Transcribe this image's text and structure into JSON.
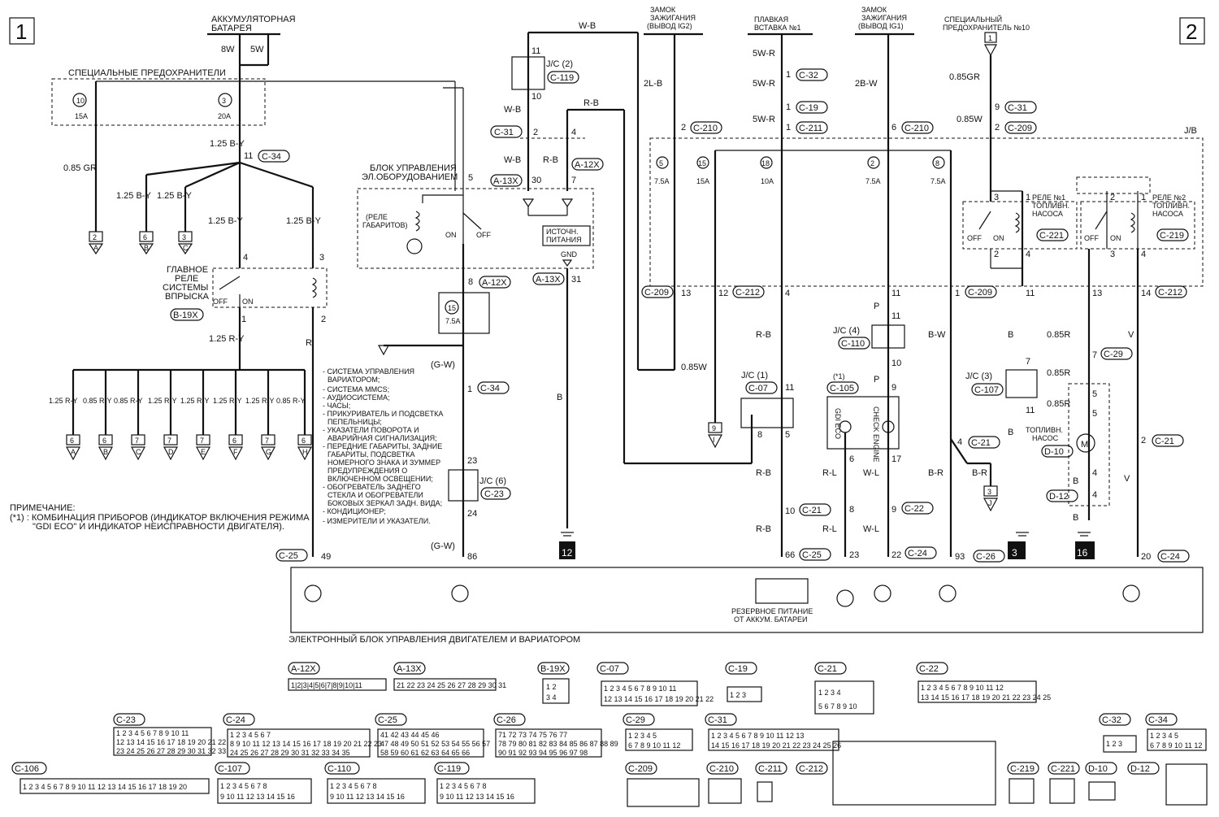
{
  "page_numbers": [
    "1",
    "2"
  ],
  "sources": {
    "battery": "АККУМУЛЯТОРНАЯ БАТАРЕЯ",
    "battery_wire_a": "8W",
    "battery_wire_b": "5W",
    "ig2": "ЗАМОК ЗАЖИГАНИЯ (ВЫВОД IG2)",
    "fusible_link": "ПЛАВКАЯ ВСТАВКА №1",
    "ig1": "ЗАМОК ЗАЖИГАНИЯ (ВЫВОД IG1)",
    "special_fuse": "СПЕЦИАЛЬНЫЙ ПРЕДОХРАНИТЕЛЬ №10"
  },
  "blocks": {
    "special_fuses": "СПЕЦИАЛЬНЫЕ ПРЕДОХРАНИТЕЛИ",
    "fuse10": "10",
    "fuse10_rating": "15A",
    "fuse3": "3",
    "fuse3_rating": "20A",
    "etacs": "БЛОК УПРАВЛЕНИЯ ЭЛ.ОБОРУДОВАНИЕМ",
    "tail_relay": "РЕЛЕ ГАБАРИТОВ",
    "power_supply": "ИСТОЧН. ПИТАНИЯ",
    "gnd": "GND",
    "main_relay": "ГЛАВНОЕ РЕЛЕ СИСТЕМЫ ВПРЫСКА",
    "main_relay_conn": "B-19X",
    "jb": "J/B",
    "fuel_pump_relay1": "РЕЛЕ №1 ТОПЛИВН. НАСОСА",
    "fuel_pump_relay2": "РЕЛЕ №2 ТОПЛИВН. НАСОСА",
    "fuel_pump": "ТОПЛИВН. НАСОС",
    "fuel_pump_conn": "D-10",
    "ecu": "ЭЛЕКТРОННЫЙ БЛОК УПРАВЛЕНИЯ ДВИГАТЕЛЕМ И ВАРИАТОРОМ",
    "backup": "РЕЗЕРВНОЕ ПИТАНИЕ ОТ АККУМ. БАТАРЕИ",
    "on": "ON",
    "off": "OFF",
    "gdi_eco": "GDI ECO",
    "check_engine": "CHECK ENGINE",
    "asterisk1": "(*1)"
  },
  "jb_fuses": [
    {
      "num": "5",
      "rating": "7.5A"
    },
    {
      "num": "15",
      "rating": "15A"
    },
    {
      "num": "18",
      "rating": "10A"
    },
    {
      "num": "2",
      "rating": "7.5A"
    },
    {
      "num": "8",
      "rating": "7.5A"
    }
  ],
  "wires": {
    "w085gr": "0.85 GR",
    "w125by": "1.25 B-Y",
    "w125ry": "1.25 R-Y",
    "r": "R",
    "wb": "W-B",
    "rb": "R-B",
    "gw": "(G-W)",
    "b": "B",
    "l2b": "2L-B",
    "w5wr": "5W-R",
    "w2bw": "2B-W",
    "w085gr2": "0.85GR",
    "w085w": "0.85W",
    "w085sw": "0.85W",
    "p": "P",
    "rl": "R-L",
    "wl": "W-L",
    "bw": "B-W",
    "br": "B-R",
    "w085r": "0.85R",
    "v": "V"
  },
  "lower_fuse": {
    "num": "15",
    "rating": "7.5A"
  },
  "branch_wires": [
    "1.25 R-Y",
    "0.85 R-Y",
    "0.85 R-Y",
    "1.25 R-Y",
    "1.25 R-Y",
    "1.25 R-Y",
    "1.25 R-Y",
    "0.85 R-Y"
  ],
  "branch_ends": [
    {
      "num": "6",
      "letter": "A"
    },
    {
      "num": "6",
      "letter": "B"
    },
    {
      "num": "7",
      "letter": "C"
    },
    {
      "num": "7",
      "letter": "D"
    },
    {
      "num": "7",
      "letter": "E"
    },
    {
      "num": "6",
      "letter": "F"
    },
    {
      "num": "7",
      "letter": "G"
    },
    {
      "num": "6",
      "letter": "H"
    }
  ],
  "top_ends": [
    {
      "num": "2",
      "letter": "A"
    },
    {
      "num": "6",
      "letter": "B"
    },
    {
      "num": "3",
      "letter": "C"
    }
  ],
  "right_ends": [
    {
      "num": "9",
      "letter": "I"
    },
    {
      "num": "3",
      "letter": "J"
    }
  ],
  "grounds": [
    "12",
    "3",
    "16"
  ],
  "systems_list": [
    "- СИСТЕМА УПРАВЛЕНИЯ ВАРИАТОРОМ;",
    "- СИСТЕМА MMCS;",
    "- АУДИОСИСТЕМА;",
    "- ЧАСЫ;",
    "- ПРИКУРИВАТЕЛЬ И ПОДСВЕТКА ПЕПЕЛЬНИЦЫ;",
    "- УКАЗАТЕЛИ ПОВОРОТА И АВАРИЙНАЯ СИГНАЛИЗАЦИЯ;",
    "- ПЕРЕДНИЕ ГАБАРИТЫ, ЗАДНИЕ ГАБАРИТЫ, ПОДСВЕТКА НОМЕРНОГО ЗНАКА И ЗУММЕР ПРЕДУПРЕЖДЕНИЯ О ВКЛЮЧЕННОМ ОСВЕЩЕНИИ;",
    "- ОБОГРЕВАТЕЛЬ ЗАДНЕГО СТЕКЛА И ОБОГРЕВАТЕЛИ БОКОВЫХ ЗЕРКАЛ ЗАДН. ВИДА;",
    "- КОНДИЦИОНЕР;",
    "- ИЗМЕРИТЕЛИ И УКАЗАТЕЛИ."
  ],
  "note": {
    "title": "ПРИМЕЧАНИЕ:",
    "text": "(*1) : КОМБИНАЦИЯ ПРИБОРОВ (ИНДИКАТОР ВКЛЮЧЕНИЯ РЕЖИМА \"GDI ECO\" И ИНДИКАТОР НЕИСПРАВНОСТИ ДВИГАТЕЛЯ)."
  },
  "junction_connectors": {
    "jc2": "J/C (2)",
    "jc2_conn": "C-119",
    "jc4": "J/C (4)",
    "jc4_conn": "C-110",
    "jc1": "J/C (1)",
    "jc1_conn": "C-07",
    "jc3": "J/C (3)",
    "jc3_conn": "C-107",
    "jc6": "J/C (6)",
    "jc6_conn": "C-23",
    "meter_conn": "C-105",
    "relay1_conn": "C-221",
    "relay2_conn": "C-219"
  },
  "connector_tags": {
    "c34": "C-34",
    "c31": "C-31",
    "a13x": "A-13X",
    "a12x": "A-12X",
    "c32": "C-32",
    "c19": "C-19",
    "c211": "C-211",
    "c210": "C-210",
    "c209": "C-209",
    "c212": "C-212",
    "c21": "C-21",
    "c22": "C-22",
    "c24": "C-24",
    "c25": "C-25",
    "c26": "C-26",
    "c29": "C-29",
    "d12": "D-12"
  },
  "connector_legend": [
    {
      "label": "A-12X",
      "pins": "1|2|3|4|5|6|7|8|9|10|11"
    },
    {
      "label": "A-13X",
      "pins": "21 22 23 24 25 26 27 28 29 30 31"
    },
    {
      "label": "B-19X",
      "pins": "1 2 / 3 4"
    },
    {
      "label": "C-07",
      "pins": "1 2 3 4 5 6 7 8 9 10 11 / 12 13 14 15 16 17 18 19 20 21 22"
    },
    {
      "label": "C-19",
      "pins": "1 2 3"
    },
    {
      "label": "C-21",
      "pins": "1 2 3 4 / 5 6 7 8 9 10"
    },
    {
      "label": "C-22",
      "pins": "1 2 3 4 5 6 7 8 9 10 11 12 / 13 14 15 16 17 18 19 20 21 22 23 24 25"
    },
    {
      "label": "C-23",
      "pins": "1 2 3 4 5 6 7 8 9 10 11 / 12 13 14 15 16 17 18 19 20 21 22 / 23 24 25 26 27 28 29 30 31 32 33"
    },
    {
      "label": "C-24",
      "pins": "1 2 3 4 5 6 7 / 8 9 10 11 12 13 ... 23 / 24 25 26 27 28 ... 35"
    },
    {
      "label": "C-25",
      "pins": "41 42 43 44 45 46 / 47 48 49 50 ... 57 / 58 59 60 ... 66"
    },
    {
      "label": "C-26",
      "pins": "71 72 73 74 75 76 77 / 78 79 80 ... 89 / 90 91 92 ... 98"
    },
    {
      "label": "C-29",
      "pins": "1 2 3 4 5 / 6 7 8 9 10 11 12"
    },
    {
      "label": "C-31",
      "pins": "1 2 3 4 5 ... 13 / 14 15 ... 26"
    },
    {
      "label": "C-32",
      "pins": "1 2 3"
    },
    {
      "label": "C-34",
      "pins": "1 2 3 4 5 / 6 7 8 9 10 11 12"
    },
    {
      "label": "C-106",
      "pins": "1 2 3 4 5 6 7 8 9 10 11 12 13 14 15 16 17 18 19 20"
    },
    {
      "label": "C-107",
      "pins": "1 2 3 4 5 6 7 8 / 9 10 ... 16"
    },
    {
      "label": "C-110",
      "pins": "1 2 3 4 5 6 7 8 / 9 10 ... 16"
    },
    {
      "label": "C-119",
      "pins": "1 2 3 4 5 6 7 8 / 9 10 ... 16"
    },
    {
      "label": "C-209",
      "pins": ""
    },
    {
      "label": "C-210",
      "pins": ""
    },
    {
      "label": "C-211",
      "pins": ""
    },
    {
      "label": "C-212",
      "pins": ""
    },
    {
      "label": "C-219",
      "pins": ""
    },
    {
      "label": "C-221",
      "pins": ""
    },
    {
      "label": "D-10",
      "pins": ""
    },
    {
      "label": "D-12",
      "pins": ""
    }
  ],
  "pins": {
    "p49": "49",
    "p86": "86",
    "p66": "66",
    "p23": "23",
    "p22": "22",
    "p93": "93",
    "p20": "20",
    "p11": "11",
    "p5": "5",
    "p4": "4",
    "p3": "3",
    "p2": "2",
    "p1": "1",
    "p8": "8",
    "p30": "30",
    "p7": "7",
    "p31": "31",
    "p24": "24",
    "p6": "6",
    "p9": "9",
    "p10": "10",
    "p12": "12",
    "p13": "13",
    "p14": "14",
    "p17": "17"
  }
}
